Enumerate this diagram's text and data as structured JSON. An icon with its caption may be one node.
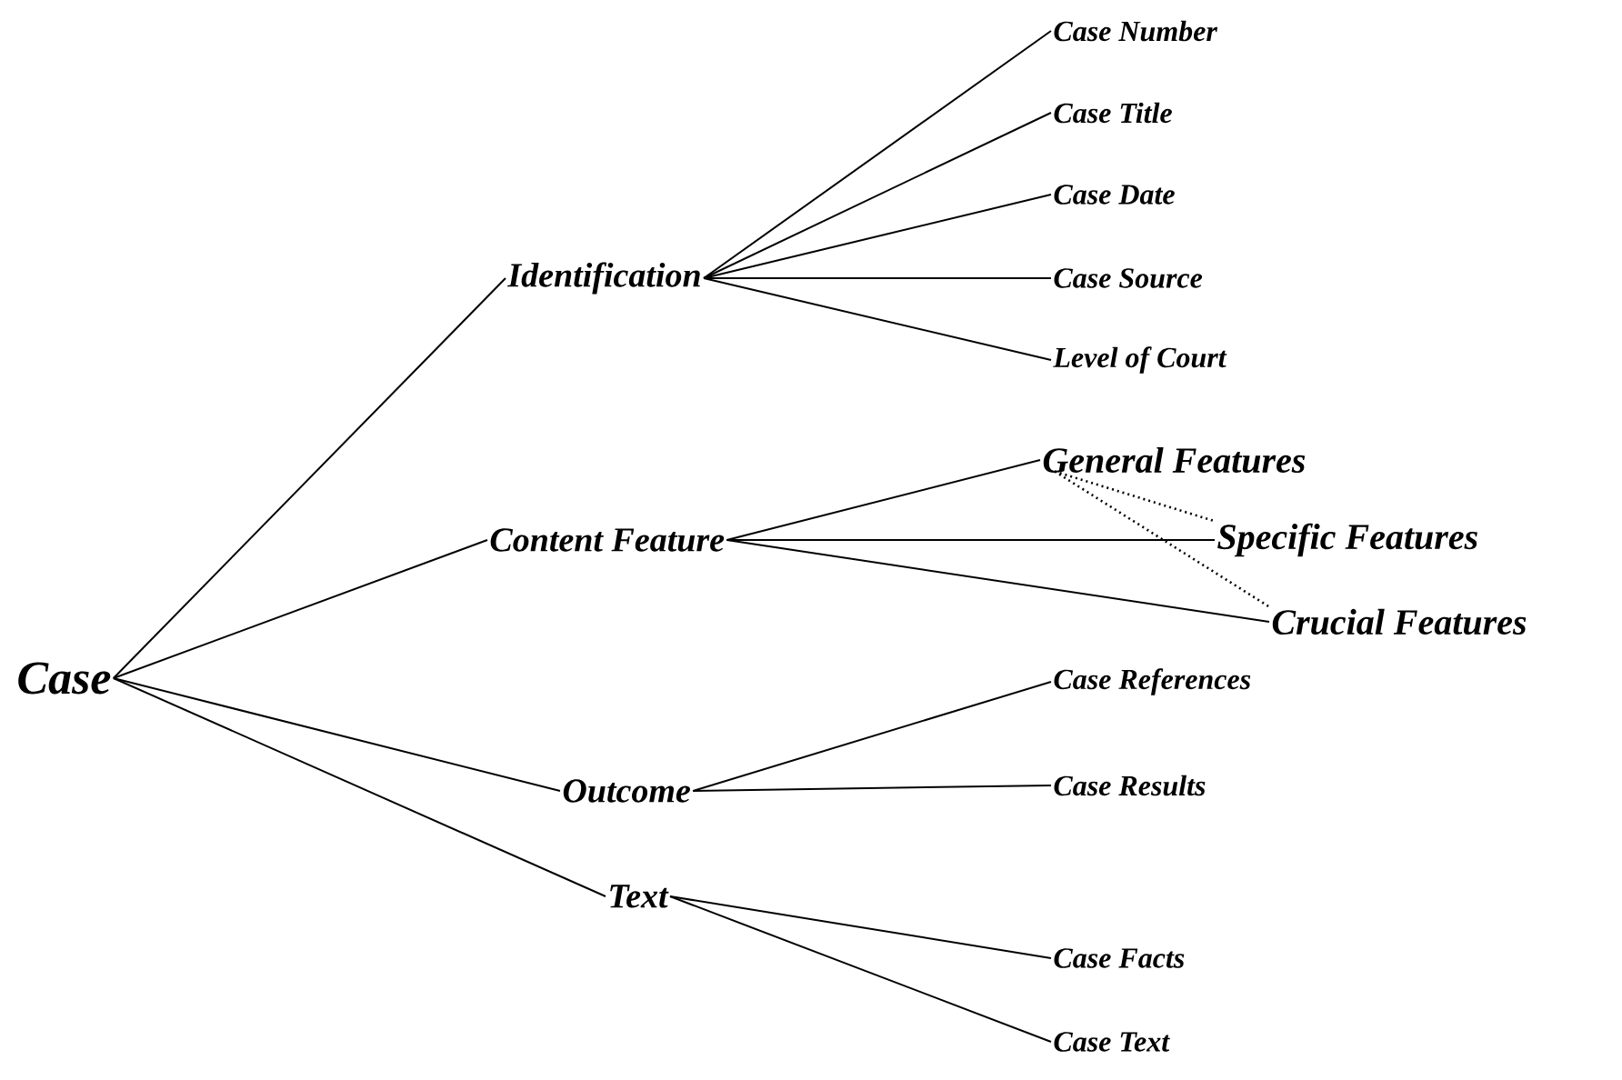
{
  "diagram": {
    "nodes": [
      {
        "text": [
          "Case"
        ]
      },
      {
        "text": [
          "Identification"
        ]
      },
      {
        "text": [
          "Case Number"
        ]
      },
      {
        "text": [
          "Case Title"
        ]
      },
      {
        "text": [
          "Case Date"
        ]
      },
      {
        "text": [
          "Case Source"
        ]
      },
      {
        "text": [
          "Level of Court"
        ]
      },
      {
        "text": [
          "Content Feature"
        ]
      },
      {
        "text": [
          "General Features"
        ]
      },
      {
        "text": [
          "Specific Features"
        ]
      },
      {
        "text": [
          "Crucial Features"
        ]
      },
      {
        "text": [
          "Outcome"
        ]
      },
      {
        "text": [
          "Case References"
        ]
      },
      {
        "text": [
          "Case Results"
        ]
      },
      {
        "text": [
          "Text"
        ]
      },
      {
        "text": [
          "Case Facts"
        ]
      },
      {
        "text": [
          "Case Text"
        ]
      }
    ],
    "edges": [
      {
        "from": 0,
        "to": 1,
        "arrow": "none"
      },
      {
        "from": 0,
        "to": 7,
        "arrow": "none"
      },
      {
        "from": 0,
        "to": 11,
        "arrow": "none"
      },
      {
        "from": 0,
        "to": 14,
        "arrow": "none"
      },
      {
        "from": 1,
        "to": 2,
        "arrow": "none"
      },
      {
        "from": 1,
        "to": 3,
        "arrow": "none"
      },
      {
        "from": 1,
        "to": 4,
        "arrow": "none"
      },
      {
        "from": 1,
        "to": 5,
        "arrow": "none"
      },
      {
        "from": 1,
        "to": 6,
        "arrow": "none"
      },
      {
        "from": 7,
        "to": 8,
        "arrow": "none"
      },
      {
        "from": 7,
        "to": 9,
        "arrow": "none"
      },
      {
        "from": 7,
        "to": 10,
        "arrow": "none"
      },
      {
        "from": 8,
        "to": 9,
        "arrow": "none",
        "style": "dashed"
      },
      {
        "from": 8,
        "to": 10,
        "arrow": "none",
        "style": "dashed"
      },
      {
        "from": 11,
        "to": 12,
        "arrow": "none"
      },
      {
        "from": 11,
        "to": 13,
        "arrow": "none"
      },
      {
        "from": 14,
        "to": 15,
        "arrow": "none"
      },
      {
        "from": 14,
        "to": 16,
        "arrow": "none"
      }
    ]
  }
}
